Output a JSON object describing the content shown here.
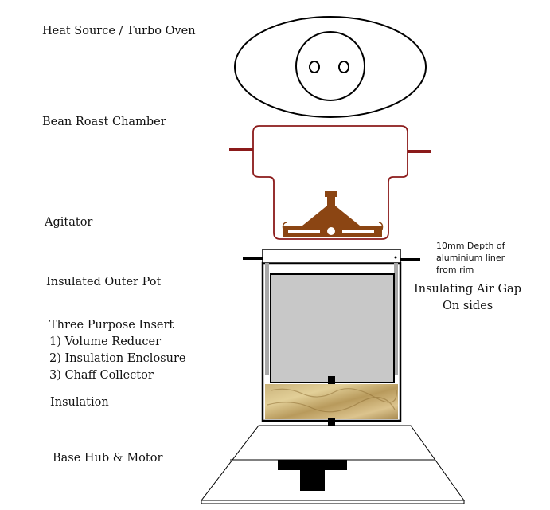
{
  "labels": {
    "heat_source": "Heat Source / Turbo Oven",
    "bean_roast_chamber": "Bean Roast Chamber",
    "agitator": "Agitator",
    "insulated_outer_pot": "Insulated Outer Pot",
    "three_purpose_insert": "Three Purpose Insert",
    "volume_reducer": "1) Volume Reducer",
    "insulation_enclosure": "2) Insulation Enclosure",
    "chaff_collector": "3) Chaff Collector",
    "insulation": "Insulation",
    "base_hub_motor": "Base Hub & Motor"
  },
  "annotations": {
    "liner_depth_line1": "10mm Depth of",
    "liner_depth_line2": "aluminium liner",
    "liner_depth_line3": "from rim",
    "air_gap_line1": "Insulating Air Gap",
    "air_gap_line2": "On sides"
  },
  "colors": {
    "chamber_outline": "#8b1a1a",
    "agitator_fill": "#8b4513",
    "insert_fill": "#c8c8c8",
    "insulation_fill": "#d8c08a",
    "motor_fill": "#000000"
  }
}
